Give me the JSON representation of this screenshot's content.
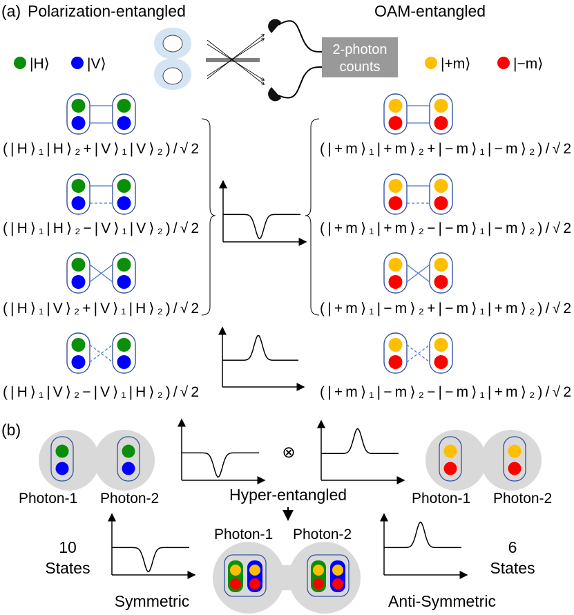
{
  "panel_a": {
    "label": "(a)",
    "left_title": "Polarization-entangled",
    "right_title": "OAM-entangled",
    "legend_left": [
      {
        "label": "|H⟩",
        "color": "#0a8f0a"
      },
      {
        "label": "|V⟩",
        "color": "#0000ff"
      }
    ],
    "legend_right": [
      {
        "label": "|+m⟩",
        "color": "#ffbf00"
      },
      {
        "label": "|−m⟩",
        "color": "#ff0000"
      }
    ],
    "counter_box": {
      "line1": "2-photon",
      "line2": "counts"
    },
    "left_states": [
      {
        "formula": "(|H⟩₁|H⟩₂+|V⟩₁|V⟩₂)/√2",
        "link": "parallel-solid"
      },
      {
        "formula": "(|H⟩₁|H⟩₂−|V⟩₁|V⟩₂)/√2",
        "link": "parallel-dashed"
      },
      {
        "formula": "(|H⟩₁|V⟩₂+|V⟩₁|H⟩₂)/√2",
        "link": "cross-solid"
      },
      {
        "formula": "(|H⟩₁|V⟩₂−|V⟩₁|H⟩₂)/√2",
        "link": "cross-dashed"
      }
    ],
    "right_states": [
      {
        "formula": "(|+m⟩₁|+m⟩₂+|−m⟩₁|−m⟩₂)/√2",
        "link": "parallel-solid"
      },
      {
        "formula": "(|+m⟩₁|+m⟩₂−|−m⟩₁|−m⟩₂)/√2",
        "link": "parallel-dashed"
      },
      {
        "formula": "(|+m⟩₁|−m⟩₂+|−m⟩₁|+m⟩₂)/√2",
        "link": "cross-solid"
      },
      {
        "formula": "(|+m⟩₁|−m⟩₂−|−m⟩₁|+m⟩₂)/√2",
        "link": "cross-dashed"
      }
    ]
  },
  "panel_b": {
    "label": "(b)",
    "photon1": "Photon-1",
    "photon2": "Photon-2",
    "tensor_symbol": "⊗",
    "hyper_label": "Hyper-entangled",
    "symmetric": {
      "count": "10",
      "unit": "States",
      "label": "Symmetric"
    },
    "antisymmetric": {
      "count": "6",
      "unit": "States",
      "label": "Anti-Symmetric"
    }
  },
  "colors": {
    "green": "#0a8f0a",
    "blue": "#0000ff",
    "yellow": "#ffbf00",
    "red": "#ff0000",
    "box_stroke": "#34539b",
    "link": "#4a78c8",
    "blob": "#d9d9d9",
    "source": "#d4e4f2",
    "counter": "#999999"
  }
}
